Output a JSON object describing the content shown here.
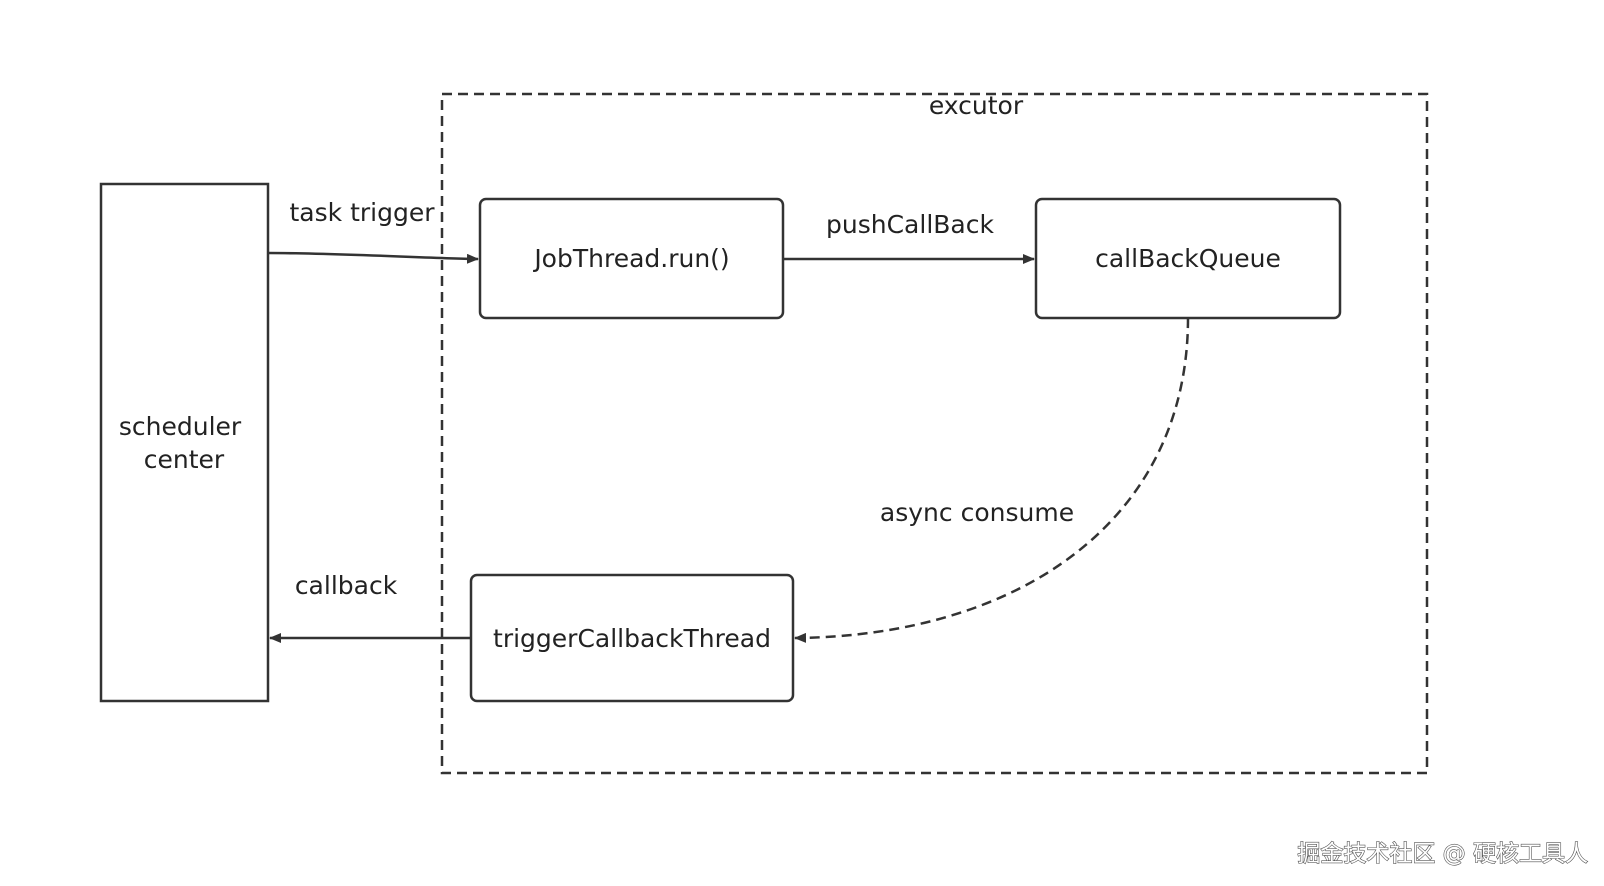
{
  "group": {
    "label": "excutor"
  },
  "nodes": {
    "scheduler": {
      "line1": "scheduler",
      "line2": "center"
    },
    "job_thread": {
      "label": "JobThread.run()"
    },
    "callback_queue": {
      "label": "callBackQueue"
    },
    "trigger_callback_thread": {
      "label": "triggerCallbackThread"
    }
  },
  "edges": {
    "task_trigger": {
      "label": "task trigger"
    },
    "push_callback": {
      "label": "pushCallBack"
    },
    "async_consume": {
      "label": "async consume"
    },
    "callback": {
      "label": "callback"
    }
  },
  "watermark": {
    "text": "掘金技术社区 @ 硬核工具人"
  },
  "colors": {
    "stroke": "#333333",
    "text": "#222222",
    "background": "#ffffff"
  }
}
